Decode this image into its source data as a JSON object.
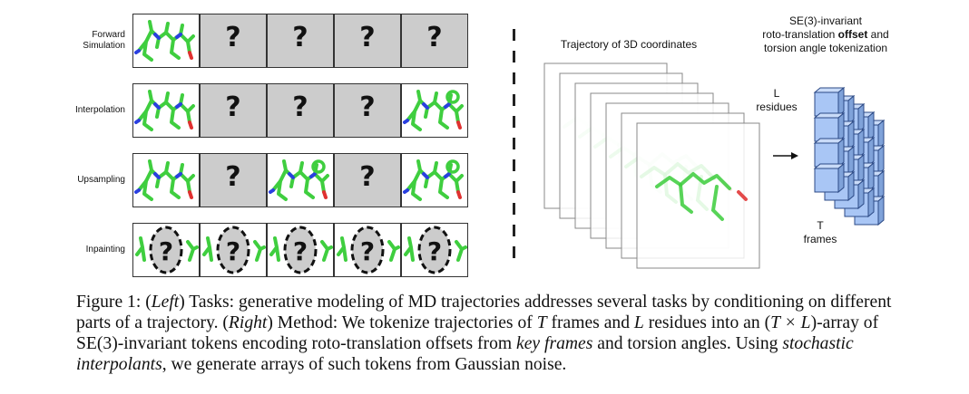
{
  "left_panel": {
    "rows": [
      {
        "label_line1": "Forward",
        "label_line2": "Simulation",
        "cells": [
          "molecule",
          "?",
          "?",
          "?",
          "?"
        ]
      },
      {
        "label_line1": "Interpolation",
        "label_line2": "",
        "cells": [
          "molecule",
          "?",
          "?",
          "?",
          "molecule"
        ]
      },
      {
        "label_line1": "Upsampling",
        "label_line2": "",
        "cells": [
          "molecule",
          "?",
          "molecule",
          "?",
          "molecule"
        ]
      },
      {
        "label_line1": "Inpainting",
        "label_line2": "",
        "cells": [
          "masked",
          "masked",
          "masked",
          "masked",
          "masked"
        ]
      }
    ],
    "question_mark": "?"
  },
  "right_panel": {
    "trajectory_label": "Trajectory of 3D coordinates",
    "token_title_line1": "SE(3)-invariant",
    "token_title_line2a": "roto-translation ",
    "token_title_bold": "offset",
    "token_title_line2b": " and",
    "token_title_line3": "torsion angle tokenization",
    "l_label_line1": "L",
    "l_label_line2": "residues",
    "t_label_line1": "T",
    "t_label_line2": "frames"
  },
  "caption": {
    "prefix": "Figure 1: (",
    "left_em": "Left",
    "part1": ") Tasks: generative modeling of MD trajectories addresses several tasks by conditioning on different parts of a trajectory. (",
    "right_em": "Right",
    "part2": ") Method: We tokenize trajectories of ",
    "T": "T",
    "part3": " frames and ",
    "L": "L",
    "part4": " residues into an (",
    "TxL": "T × L",
    "part5": ")-array of SE(3)-invariant tokens encoding roto-translation offsets from ",
    "key_frames": "key frames",
    "part6": " and torsion angles. Using ",
    "stoch": "stochastic interpolants",
    "part7": ", we generate arrays of such tokens from Gaussian noise."
  },
  "colors": {
    "molecule_green": "#3fce3f",
    "molecule_blue": "#2a3fe0",
    "molecule_red": "#e03030",
    "unknown_gray": "#cccccc",
    "token_blue": "#a9c6f5",
    "token_blue_edge": "#2c4a86"
  }
}
